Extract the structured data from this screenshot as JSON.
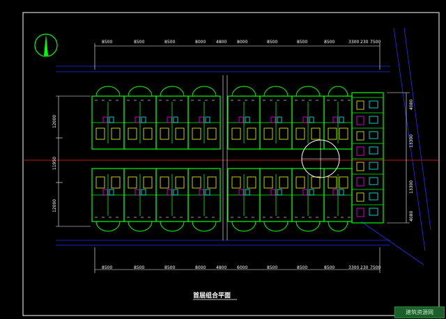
{
  "drawing": {
    "title": "首层组合平面",
    "colors": {
      "background": "#000000",
      "frame": "#ffffff",
      "walls": "#00ff00",
      "axis_red": "#ff2020",
      "axis_blue": "#2030ff",
      "furniture_yellow": "#ffff00",
      "furniture_magenta": "#ff00ff",
      "cyan": "#00ffff"
    },
    "north_arrow": "north-arrow-icon",
    "top_dimensions": [
      "8500",
      "8500",
      "8500",
      "8000",
      "4800",
      "8000",
      "8500",
      "8500",
      "8500",
      "3300",
      "230",
      "7500"
    ],
    "bottom_dimensions": [
      "8500",
      "8500",
      "8500",
      "8000",
      "4800",
      "6000",
      "8500",
      "8500",
      "8500",
      "3300",
      "230",
      "7500"
    ],
    "left_dimensions": [
      "12000",
      "11950",
      "12000"
    ],
    "right_dimensions": [
      "4080",
      "13300",
      "13300",
      "4080"
    ]
  },
  "watermark": {
    "text": "建筑资源网"
  }
}
